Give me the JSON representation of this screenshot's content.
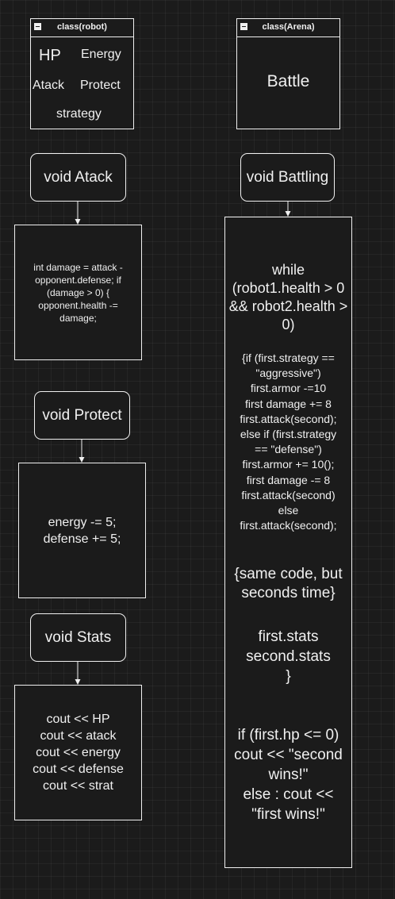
{
  "robot_class": {
    "title": "class(robot)",
    "attributes": {
      "hp": "HP",
      "energy": "Energy",
      "atack": "Atack",
      "protect": "Protect",
      "strategy": "strategy"
    }
  },
  "arena_class": {
    "title": "class(Arena)",
    "body": "Battle"
  },
  "methods": {
    "atack": {
      "label": "void Atack",
      "code": "int damage = attack -\nopponent.defense; if\n(damage > 0) {\nopponent.health -=\ndamage;"
    },
    "protect": {
      "label": "void Protect",
      "code": "energy -= 5;\ndefense += 5;"
    },
    "stats": {
      "label": "void Stats",
      "code": "cout << HP\ncout << atack\ncout << energy\ncout << defense\ncout << strat"
    },
    "battling": {
      "label": "void Battling",
      "while_text": "while\n(robot1.health > 0\n&& robot2.health >\n0)",
      "strategy_text": "{if (first.strategy ==\n\"aggressive\")\nfirst.armor -=10\nfirst damage += 8\nfirst.attack(second);\nelse if (first.strategy\n== \"defense\")\nfirst.armor += 10();\nfirst damage -= 8\nfirst.attack(second)\nelse\nfirst.attack(second);",
      "same_code_text": "{same code, but\nseconds time}",
      "stats_text": "first.stats\nsecond.stats\n}",
      "result_text": "if (first.hp <= 0)\ncout << \"second\nwins!\"\nelse : cout <<\n\"first wins!\""
    }
  },
  "colors": {
    "background": "#1b1b1b",
    "stroke": "#f0f0f0"
  }
}
